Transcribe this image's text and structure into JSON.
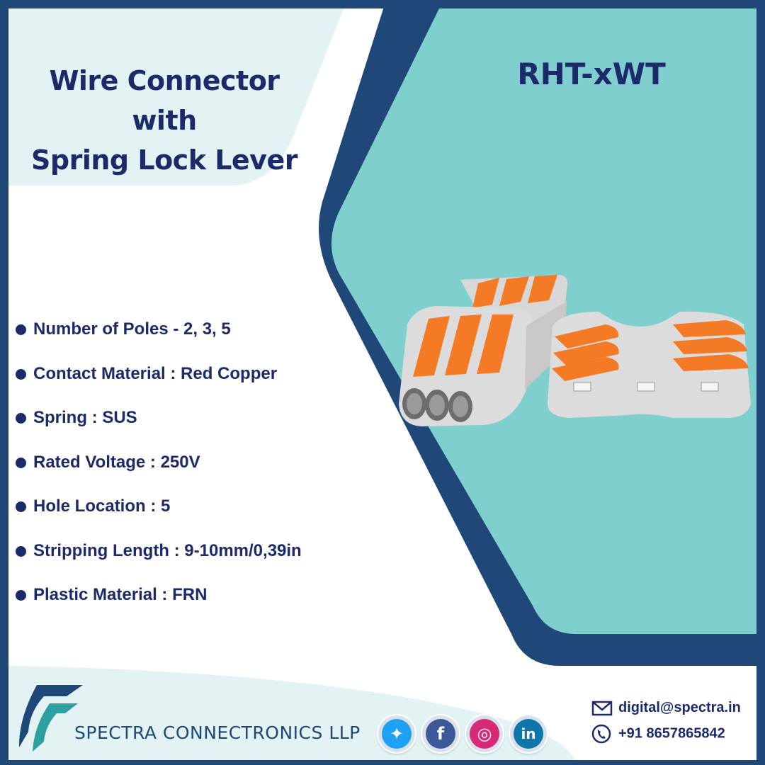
{
  "colors": {
    "navy": "#1f4878",
    "teal": "#80cfcf",
    "pale_teal": "#e3f3f4",
    "text_navy": "#1c2a6a",
    "connector_grey": "#dcdcdc",
    "lever_orange": "#f47a25"
  },
  "headline": {
    "line1": "Wire Connector with",
    "line2": "Spring Lock Lever"
  },
  "model": "RHT-xWT",
  "specs": [
    "Number of Poles - 2, 3, 5",
    "Contact Material : Red Copper",
    "Spring : SUS",
    "Rated Voltage : 250V",
    "Hole Location : 5",
    "Stripping Length : 9-10mm/0,39in",
    "Plastic Material : FRN"
  ],
  "footer": {
    "company": "SPECTRA CONNECTRONICS LLP",
    "social": [
      {
        "icon": "twitter-icon",
        "glyph": "✦",
        "color": "#1da1f2"
      },
      {
        "icon": "facebook-icon",
        "glyph": "f",
        "color": "#3b5998"
      },
      {
        "icon": "instagram-icon",
        "glyph": "◎",
        "color": "#d62976"
      },
      {
        "icon": "linkedin-icon",
        "glyph": "in",
        "color": "#0e76a8"
      }
    ],
    "email": "digital@spectra.in",
    "phone": "+91 8657865842"
  }
}
